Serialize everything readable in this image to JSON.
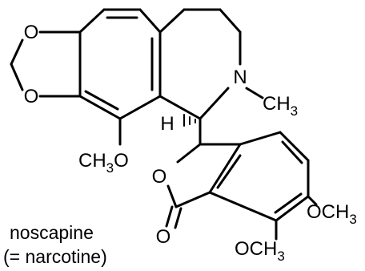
{
  "atoms": {
    "o_diox_top": "O",
    "o_diox_bottom": "O",
    "n_ring": "N",
    "n_methyl": {
      "main": "CH",
      "sub": "3"
    },
    "h_stereo": "H",
    "methoxy_left": {
      "main": "CH",
      "sub": "3",
      "tail": "O"
    },
    "o_lactone_ring": "O",
    "o_carbonyl": "O",
    "methoxy_right": {
      "main": "OCH",
      "sub": "3"
    },
    "methoxy_bottom": {
      "main": "OCH",
      "sub": "3"
    }
  },
  "caption": {
    "line1": "noscapine",
    "line2": "(= narcotine)"
  }
}
